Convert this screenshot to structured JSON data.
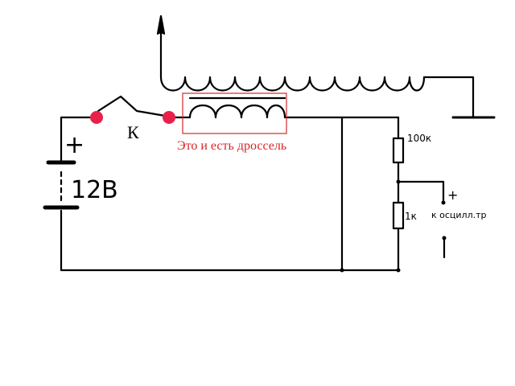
{
  "labels": {
    "switch": "К",
    "choke_note": "Это и есть дроссель",
    "battery_plus": "+",
    "battery_voltage": "12В",
    "resistor_top": "100к",
    "resistor_bottom": "1к",
    "scope_plus": "+",
    "scope": "к осцилл.тр"
  },
  "colors": {
    "wire": "#000000",
    "terminal": "#e8204a",
    "note": "#d42828",
    "background": "#ffffff"
  },
  "icons": {
    "antenna": "arrow-up-icon",
    "ground": "ground-icon"
  }
}
